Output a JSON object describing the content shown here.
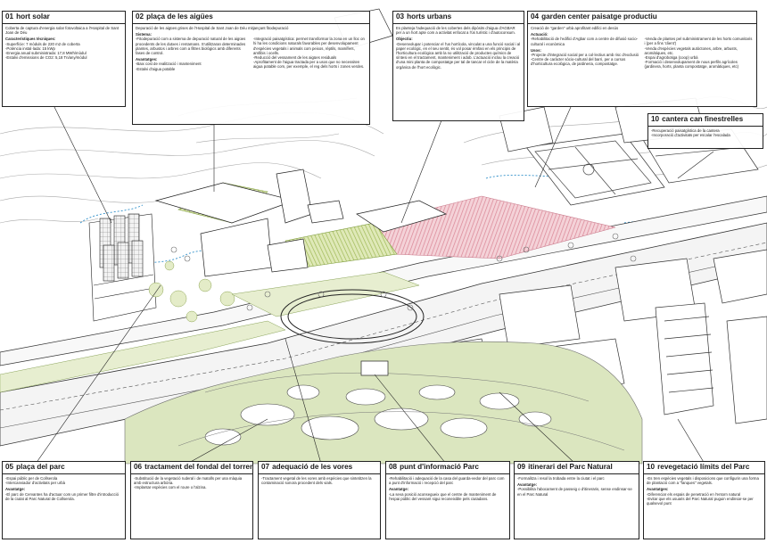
{
  "panels": {
    "p01": {
      "num": "01",
      "title": "hort solar",
      "intro": "Coberta de captura d'energia solar fotovoltaica a l'Hospital de Sant Joan de Déu",
      "h1": "Característiques tècniques:",
      "lines": [
        "-Superfície: 7 mòduls de 220 m2 de coberta",
        "-Potència instal·lada: 15 kWp",
        "-Energia anual subministrada: 17,8 MWh/mòdul",
        "-Estalvi d'emissions de CO2: 5,18 Tn/any/mòdul"
      ]
    },
    "p02": {
      "num": "02",
      "title": "plaça de les aigües",
      "intro": "Depuració de les aigües grises de l'Hospital de Sant Joan de Déu mitjançant fitodepuració",
      "h1": "Sistema:",
      "col1": "-Fitodepuració com a sistema de depuració natural de les aigües procedents de les dutxes i rentamans. S'utilitzaran determinades plantes, arbustos i arbres com a filtres biològics amb diferents fases de control.",
      "h2": "Avantatges:",
      "col1b": "-Baix cost de realització i manteniment\n-Estalvi d'aigua potable",
      "col2": "-Integració paisatgística: permet transformar la zona en un lloc on hi ha les condicions naturals favorables per desenvolupament d'espècies vegetals i animals com peixos, rèptils, mamífers, amfibis i ocells.\n-Reducció del vessament de les aigües residuals\n-Aprofitament de l'aigua tractada per a usos que no necessiten aigua potable com, per exemple, el reg dels horts i zones verdes."
    },
    "p03": {
      "num": "03",
      "title": "horts urbans",
      "intro": "Es planteja l'adequació de les cobertes dels dipòsits d'aigua d'AGBAR per a un hort apte com a activitat enfocat a l'ús turístic i d'autoconsum.",
      "h1": "Objectiu:",
      "body": "-Desenvolupar i potenciar el l'us hortícola, vinculat a una funció social i al paper ecològic, en el seu sentit, és vol posar èmfasi en els principis de l'horticultura ecològica amb la no utilització de productes químics de síntesi en el tractament, manteniment i adob. L'actuació inclou la creació d'una mini planta de compostatge per tal de tancar el cicle de la matèria orgànica de l'hort ecològic."
    },
    "p04": {
      "num": "04",
      "title": "garden center paisatge productiu",
      "intro": "Creació de \"garden\" urbà aprofitant edifici en desús",
      "h1": "Actuació:",
      "col1a": "-Rehabilitació de l'edifici d'Agbar com a centre de difusió socio-cultural i econòmica",
      "h2": "Usos:",
      "col1b": "-Projecte d'integració social per a col·lectius amb risc d'exclusió\n-Centre de caràcter sòcio-cultural del barri, per a cursos d'horticultura ecològica, de jardineria, compostatge.",
      "col2": "-Venda de plantes pel subministrament de les horts comunitaris i (per a fins 'client')\n-Venda d'espècies vegetals autòctones, arbre, arbusts, aromàtiques, etc.\n-Espai d'agrobotiga (coop) urbà\n-Formació i desenvolupament de nous perfils agrícoles (jardinera, horts, planta compostatge, aromàtiques, etc)"
    },
    "p05": {
      "num": "05",
      "title": "plaça del parc",
      "intro": "-Espai públic per de Collserola\n-Intercanviador d'activitats per urbà",
      "h1": "Avantatge:",
      "body": "-El parc de Cervantes ha d'actuar com un primer filtre d'introducció de la ciutat al Parc Natural de Collserola."
    },
    "p06": {
      "num": "06",
      "title": "tractament del fondal del torrent",
      "intro": "-Substitució de la vegetació ruderal i de matolls per una màquia amb estructura arbòria.\n-Implantar espècies com el roure o l'alzina."
    },
    "p07": {
      "num": "07",
      "title": "adequació de les vores",
      "intro": "-Tractament vegetal de les vores amb espècies que sintetitzen la contaminació sonora procedent dels vials."
    },
    "p08": {
      "num": "08",
      "title": "punt d'informació Parc",
      "intro": "-Rehabilitació i adequació de la casa del guarda-vedor del parc com a punt d'informació i recepció del parc",
      "h1": "Avantatge:",
      "body": "-La seva posició aconsegueix que el centre de manteniment de l'espai públic del vessant sigui reconeixible pels ciutadans."
    },
    "p09": {
      "num": "09",
      "title": "itinerari del Parc Natural",
      "intro": "-Formalitza i resol la trobada entre la ciutat i el parc",
      "h1": "Avantatge:",
      "body": "-Possibilita l'abocament de passeig o d'itineraris, sense endinsar-se en el Parc Natural"
    },
    "p10": {
      "num": "10",
      "title": "revegetació límits del Parc",
      "intro": "-Es tren espècies vegetals i disposicions que configurin una forma de plantació com a \"fanques\" vegetals.",
      "h1": "Avantatges:",
      "body": "-Diferenciar els espais de penetració en l'entorn natural\n-Evitar que els usuaris del Parc Natural puguin endinsar-se per qualsevol punt"
    },
    "p10b": {
      "num": "10",
      "title": "cantera can finestrelles",
      "intro": "-Recuperació paisatgística de la cantera\n-Incorporació d'activitats per escalar l'escalada"
    }
  },
  "colors": {
    "ink": "#1a1a1a",
    "line": "#5a5a5a",
    "green": "#c9d99a",
    "green_dark": "#8fb04a",
    "green_park": "#dbe6bf",
    "pink": "#e39aa8",
    "water": "#2f8fc9",
    "panel_bg": "#ffffff"
  }
}
